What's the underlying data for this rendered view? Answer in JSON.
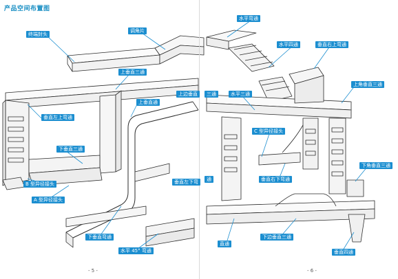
{
  "title": "产品空间布置图",
  "page_left": "- 5 -",
  "page_right": "- 6 -",
  "colors": {
    "label_bg": "#1b8ed0",
    "line": "#2a2a2a",
    "title": "#1a8fc4"
  },
  "labels": {
    "zhongduanfengtou": "终端封头",
    "tiaojiaopian": "调角片",
    "shangchuizhisantong": "上垂直三通",
    "shangchuizhitong": "上垂直通",
    "shangbianchuizhi": "上边垂直",
    "chuizhizuoshangwantong": "垂直左上弯通",
    "xiachuizhisantong": "下垂直三通",
    "b_yijingjietou": "B 型异径接头",
    "a_yijingjietou": "A 型异径接头",
    "xiachuizhiwantong": "下垂直弯通",
    "shuiping45wantong": "水平 45° 弯通",
    "chuizhizuoxia": "垂直左下弯",
    "shuipingwantong": "水平弯通",
    "shuipingsitong": "水平四通",
    "chuizhiyoushangwantong": "垂直右上弯通",
    "santong": "三通",
    "shuipingsantong": "水平三通",
    "shangjiaochuizhisantong": "上角垂直三通",
    "c_yijingjietou": "C 型异径接头",
    "chuizhiyouxiawantong": "垂直右下弯通",
    "tong": "通",
    "xiajiaochuizhisantong": "下角垂直三通",
    "zhitong": "直通",
    "xiabianchuizhisantong": "下边垂直三通",
    "chuizhisitong": "垂直四通"
  }
}
